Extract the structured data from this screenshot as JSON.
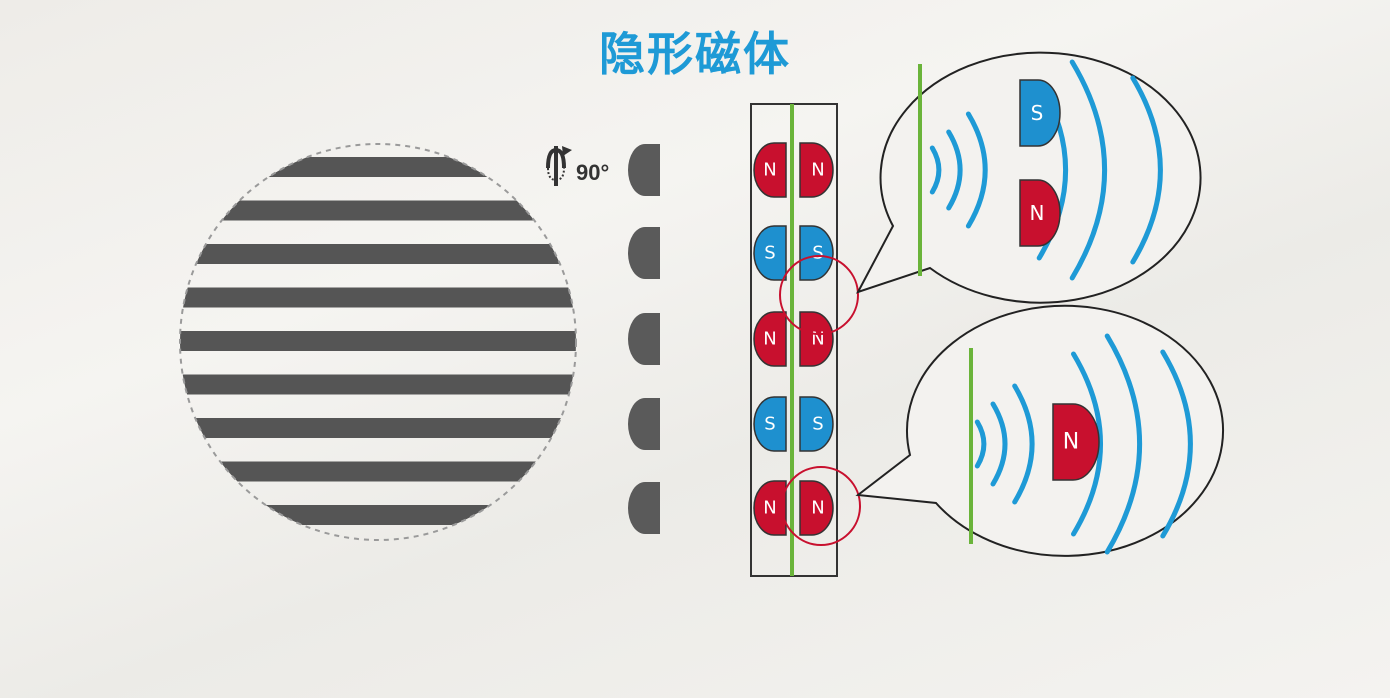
{
  "title": "隐形磁体",
  "rotation_label": "90°",
  "colors": {
    "title": "#1e9ad6",
    "north": "#c8102e",
    "south": "#1e90cf",
    "green_line": "#6ab43a",
    "stripe": "#555555",
    "field_line": "#1e9ad6",
    "highlight_circle": "#c8102e"
  },
  "magnet_rows": [
    {
      "left": "N",
      "right": "N"
    },
    {
      "left": "S",
      "right": "S"
    },
    {
      "left": "N",
      "right": "N"
    },
    {
      "left": "S",
      "right": "S"
    },
    {
      "left": "N",
      "right": "N"
    }
  ],
  "callouts": [
    {
      "poles": [
        "S",
        "N"
      ]
    },
    {
      "poles": [
        "N"
      ]
    }
  ],
  "icons": [
    "rotate-icon"
  ]
}
